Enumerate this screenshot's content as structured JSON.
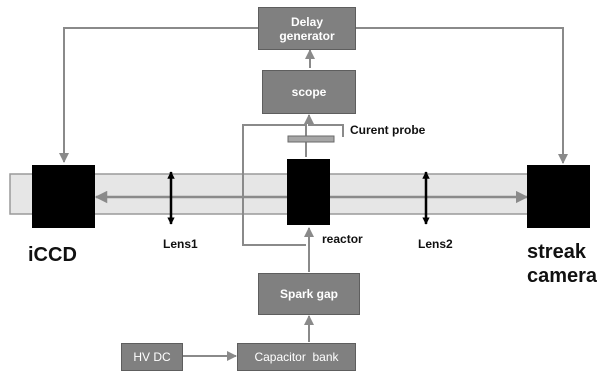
{
  "blocks": {
    "delay_generator": {
      "line1": "Delay",
      "line2": "generator"
    },
    "scope": "scope",
    "spark_gap": "Spark gap",
    "hv_dc": "HV DC",
    "capacitor_bank": "Capacitor  bank"
  },
  "labels": {
    "current_probe": "Curent probe",
    "reactor": "reactor",
    "lens1": "Lens1",
    "lens2": "Lens2",
    "iccd": "iCCD",
    "streak_line1": "streak",
    "streak_line2": "camera"
  },
  "colors": {
    "block_fill": "#808080",
    "arrow": "#8a8a8a",
    "device": "#000000",
    "beam_tube": "#e6e6e6"
  }
}
